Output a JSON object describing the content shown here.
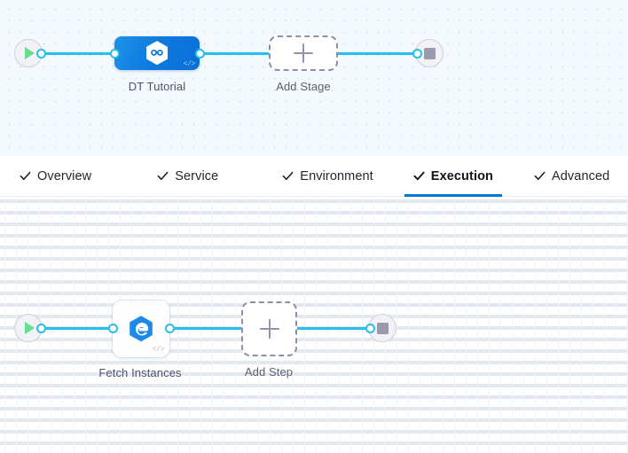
{
  "colors": {
    "edge": "#27beee",
    "accent": "#0278d5",
    "stage_node_blue": "#0d7ae0",
    "canvas_stage_bg": "#f3f9fc",
    "canvas_step_bg": "#ffffff",
    "play_green": "#66dd8f",
    "stop_gray": "#9a9aaf",
    "dashed_border": "#8c90a6"
  },
  "stage_canvas": {
    "name": "pipeline-stage-canvas",
    "start_node": {
      "icon": "play-icon",
      "label": ""
    },
    "nodes": [
      {
        "id": "dt-tutorial",
        "label": "DT Tutorial",
        "icon": "harness-hexagon-icon",
        "badge": "</>",
        "type": "stage"
      },
      {
        "id": "add-stage",
        "label": "Add Stage",
        "icon": "plus-icon",
        "type": "add"
      }
    ],
    "end_node": {
      "icon": "stop-icon",
      "label": ""
    }
  },
  "tabs": {
    "name": "pipeline-stage-tabs",
    "items": [
      {
        "id": "overview",
        "label": "Overview",
        "icon": "check-icon",
        "active": false
      },
      {
        "id": "service",
        "label": "Service",
        "icon": "check-icon",
        "active": false
      },
      {
        "id": "environment",
        "label": "Environment",
        "icon": "check-icon",
        "active": false
      },
      {
        "id": "execution",
        "label": "Execution",
        "icon": "check-icon",
        "active": true
      },
      {
        "id": "advanced",
        "label": "Advanced",
        "icon": "check-icon",
        "active": false
      }
    ]
  },
  "step_canvas": {
    "name": "execution-step-canvas",
    "start_node": {
      "icon": "play-icon",
      "label": ""
    },
    "nodes": [
      {
        "id": "fetch-instances",
        "label": "Fetch Instances",
        "icon": "elastigroup-hexagon-icon",
        "badge": "</>",
        "type": "step"
      },
      {
        "id": "add-step",
        "label": "Add Step",
        "icon": "plus-icon",
        "type": "add"
      }
    ],
    "end_node": {
      "icon": "stop-icon",
      "label": ""
    }
  }
}
